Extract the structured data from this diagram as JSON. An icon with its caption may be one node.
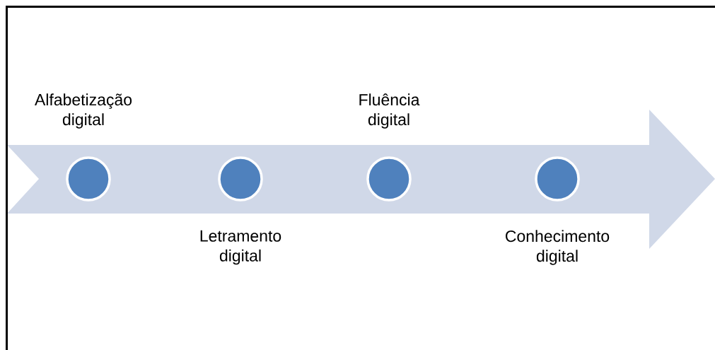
{
  "diagram": {
    "nodes": [
      {
        "text": [
          "Alfabetização digital"
        ]
      },
      {
        "text": [
          "Letramento digital"
        ]
      },
      {
        "text": [
          "Fluência digital"
        ]
      },
      {
        "text": [
          "Conhecimento digital"
        ]
      }
    ]
  }
}
